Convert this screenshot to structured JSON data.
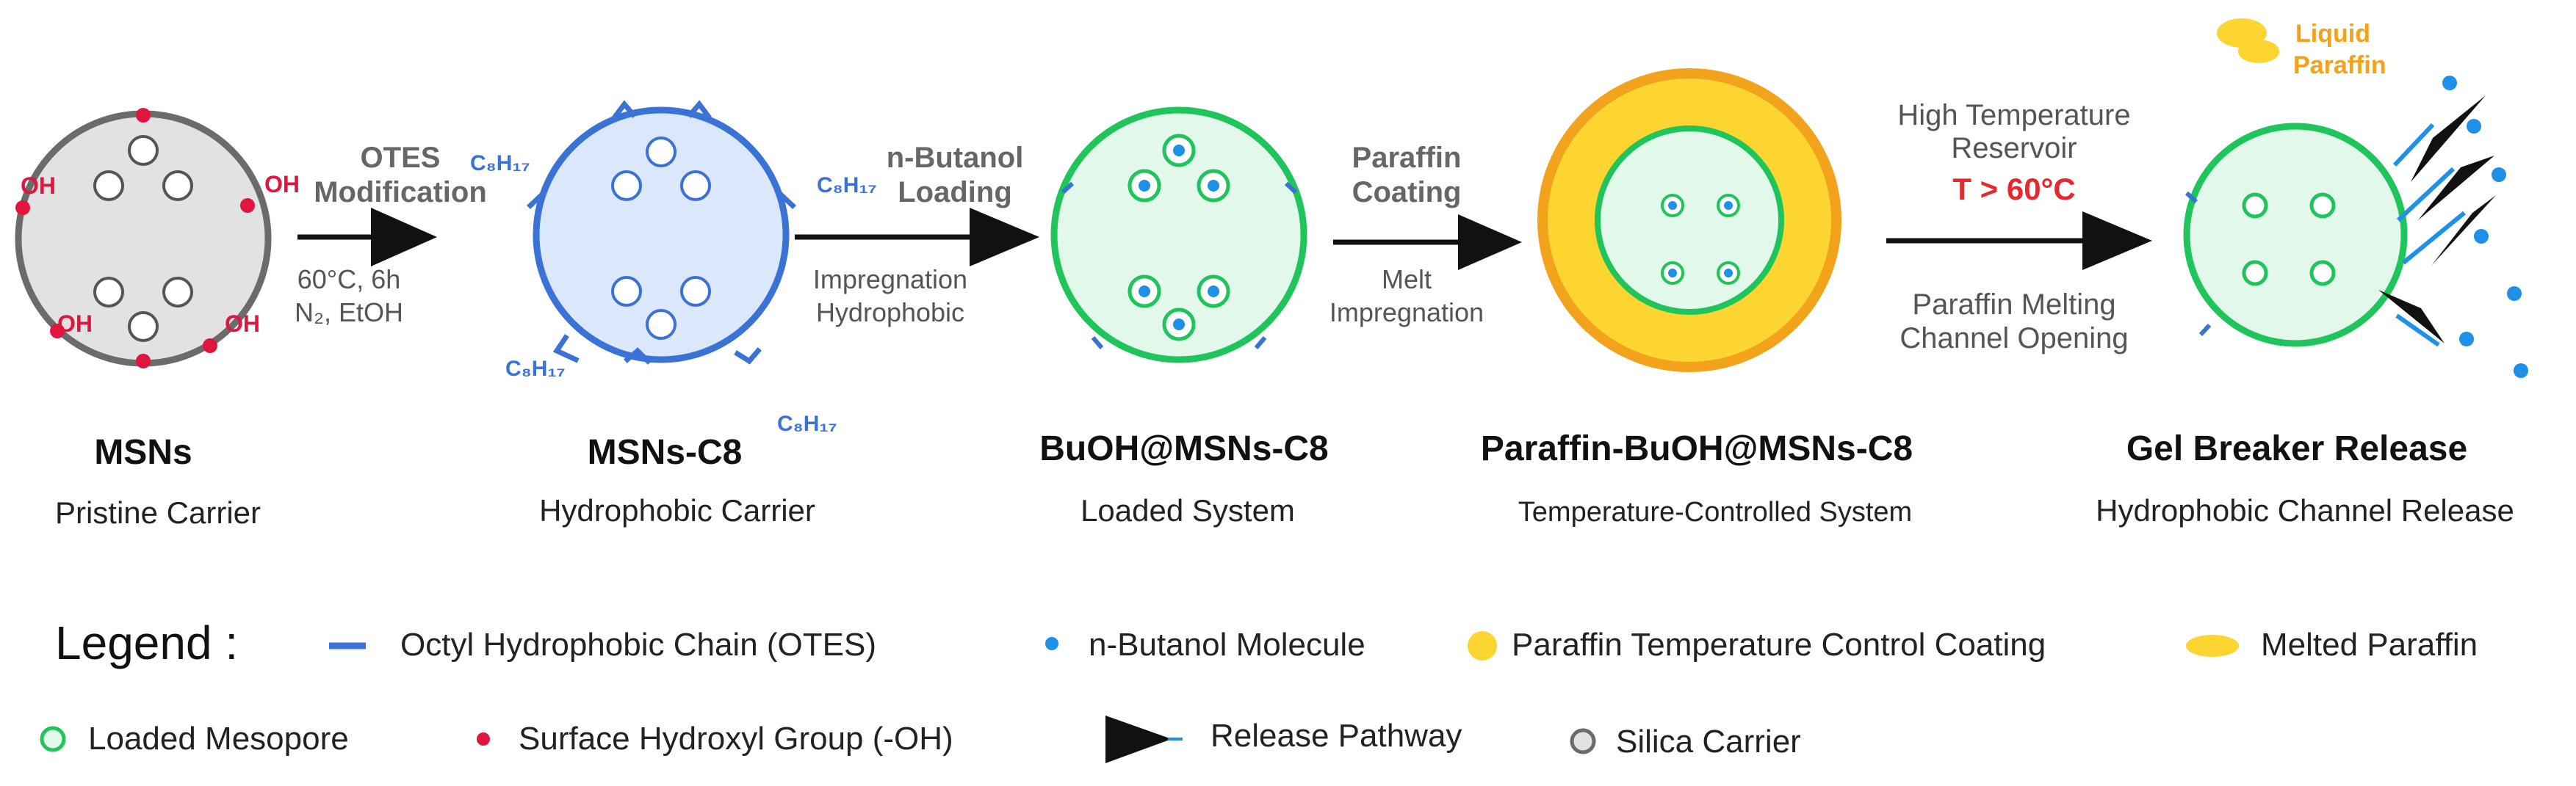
{
  "steps": [
    {
      "name": "MSNs",
      "description": "Pristine Carrier"
    },
    {
      "name": "MSNs-C8",
      "description": "Hydrophobic Carrier"
    },
    {
      "name": "BuOH@MSNs-C8",
      "description": "Loaded System"
    },
    {
      "name": "Paraffin-BuOH@MSNs-C8",
      "description": "Temperature-Controlled System"
    },
    {
      "name": "Gel Breaker Release",
      "description": "Hydrophobic Channel Release"
    }
  ],
  "arrows": [
    {
      "title_line1": "OTES",
      "title_line2": "Modification",
      "cond_line1": "60°C, 6h",
      "cond_line2": "N₂, EtOH"
    },
    {
      "title_line1": "n-Butanol",
      "title_line2": "Loading",
      "cond_line1": "Impregnation",
      "cond_line2": "Hydrophobic"
    },
    {
      "title_line1": "Paraffin",
      "title_line2": "Coating",
      "cond_line1": "Melt",
      "cond_line2": "Impregnation"
    },
    {
      "title_line1": "High Temperature",
      "title_line2": "Reservoir",
      "temperature": "T > 60°C",
      "cond_line1": "Paraffin Melting",
      "cond_line2": "Channel Opening"
    }
  ],
  "labels": {
    "hydroxyl": "OH",
    "chain": "C₈H₁₇",
    "liquid_paraffin_line1": "Liquid",
    "liquid_paraffin_line2": "Paraffin"
  },
  "legend": {
    "title": "Legend :",
    "items": [
      {
        "label": "Octyl Hydrophobic Chain (OTES)",
        "icon": "blue-line"
      },
      {
        "label": "n-Butanol Molecule",
        "icon": "blue-dot"
      },
      {
        "label": "Paraffin Temperature Control Coating",
        "icon": "yellow-circle"
      },
      {
        "label": "Melted Paraffin",
        "icon": "yellow-ellipse"
      },
      {
        "label": "Loaded Mesopore",
        "icon": "green-ring"
      },
      {
        "label": "Surface Hydroxyl Group (-OH)",
        "icon": "red-dot"
      },
      {
        "label": "Release Pathway",
        "icon": "black-arrow"
      },
      {
        "label": "Silica Carrier",
        "icon": "gray-circle"
      }
    ]
  },
  "colors": {
    "silica_fill": "#e2e2e2",
    "silica_stroke": "#6b6b6b",
    "hydroxyl": "#e0163f",
    "chain": "#3a72d6",
    "hydrophobic_fill": "#dbe8fb",
    "loaded_fill": "#e1f8ea",
    "loaded_stroke": "#1fc45a",
    "butanol": "#1e90e8",
    "paraffin": "#fcd530",
    "paraffin_outer": "#f3a21b",
    "temperature_text": "#e8282e"
  }
}
